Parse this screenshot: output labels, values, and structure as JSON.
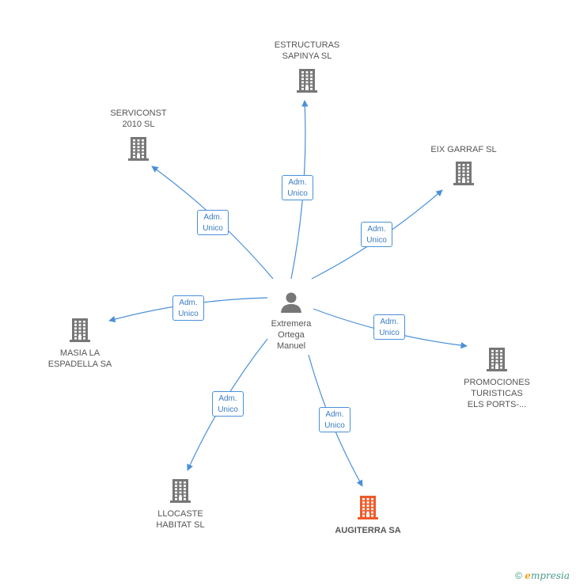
{
  "colors": {
    "edge": "#4a90d9",
    "building": "#777777",
    "building_highlight": "#f05a28",
    "person": "#777777"
  },
  "center": {
    "label": "Extremera\nOrtega\nManuel",
    "icon": "person-icon"
  },
  "nodes": [
    {
      "id": "estructuras",
      "label": "ESTRUCTURAS\nSAPINYA SL",
      "icon": "building-icon",
      "highlight": false
    },
    {
      "id": "serviconst",
      "label": "SERVICONST\n2010 SL",
      "icon": "building-icon",
      "highlight": false
    },
    {
      "id": "eixgarraf",
      "label": "EIX GARRAF SL",
      "icon": "building-icon",
      "highlight": false
    },
    {
      "id": "masia",
      "label": "MASIA LA\nESPADELLA SA",
      "icon": "building-icon",
      "highlight": false
    },
    {
      "id": "promociones",
      "label": "PROMOCIONES\nTURISTICAS\nELS PORTS-...",
      "icon": "building-icon",
      "highlight": false
    },
    {
      "id": "llocaste",
      "label": "LLOCASTE\nHABITAT SL",
      "icon": "building-icon",
      "highlight": false
    },
    {
      "id": "augiterra",
      "label": "AUGITERRA SA",
      "icon": "building-icon",
      "highlight": true
    }
  ],
  "edges": [
    {
      "to": "estructuras",
      "label": "Adm.\nUnico"
    },
    {
      "to": "serviconst",
      "label": "Adm.\nUnico"
    },
    {
      "to": "eixgarraf",
      "label": "Adm.\nUnico"
    },
    {
      "to": "masia",
      "label": "Adm.\nUnico"
    },
    {
      "to": "promociones",
      "label": "Adm.\nUnico"
    },
    {
      "to": "llocaste",
      "label": "Adm.\nUnico"
    },
    {
      "to": "augiterra",
      "label": "Adm.\nUnico"
    }
  ],
  "footer": {
    "copyright_symbol": "©",
    "brand_first": "e",
    "brand_rest": "mpresia"
  }
}
